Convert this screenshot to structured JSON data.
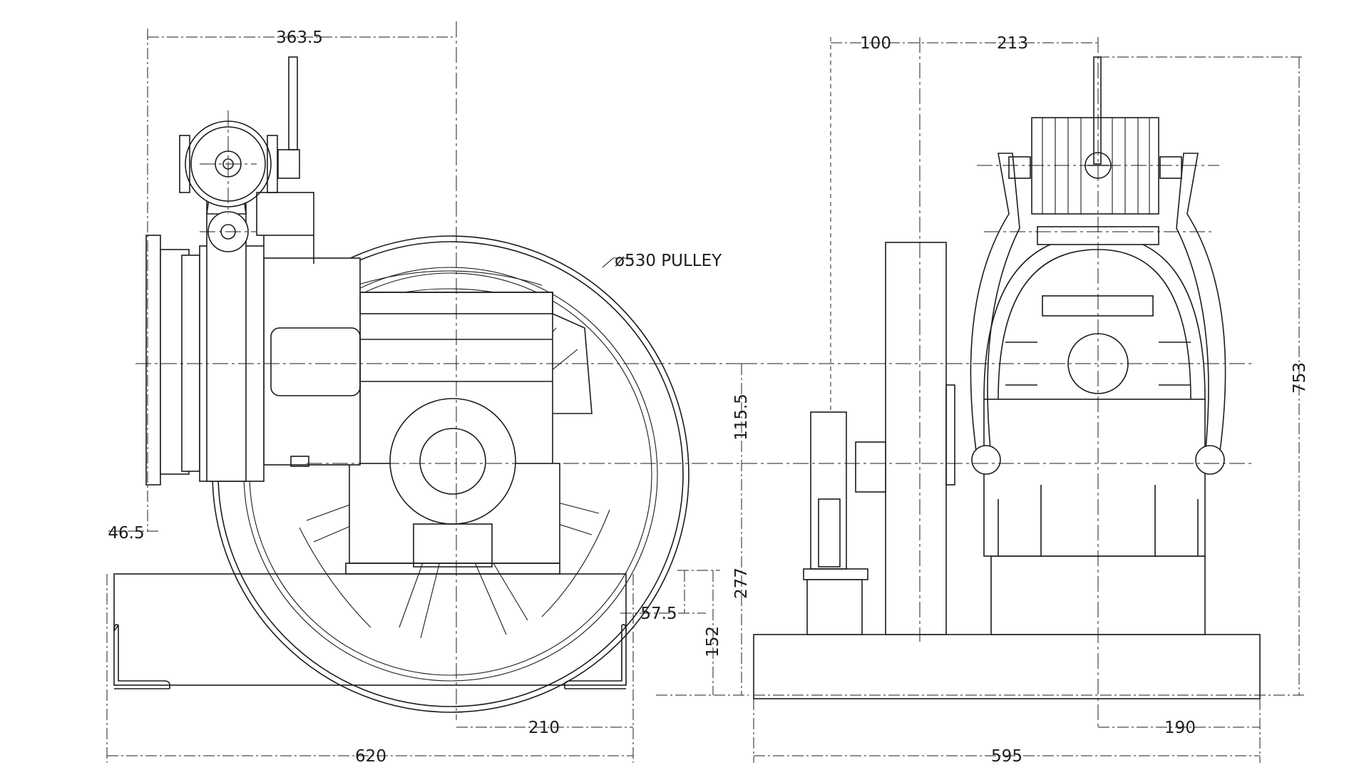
{
  "drawing": {
    "left_view": {
      "dim_top": "363.5",
      "dim_offset": "46.5",
      "callout": "ø530 PULLEY",
      "dim_bottom_inner": "210",
      "dim_bottom_total": "620",
      "dim_vertical_a": "115.5",
      "dim_vertical_b": "277",
      "dim_vertical_c": "152",
      "dim_small": "57.5"
    },
    "right_view": {
      "dim_top_a": "100",
      "dim_top_b": "213",
      "dim_height": "753",
      "dim_bottom_inner": "190",
      "dim_bottom_total": "595"
    }
  }
}
